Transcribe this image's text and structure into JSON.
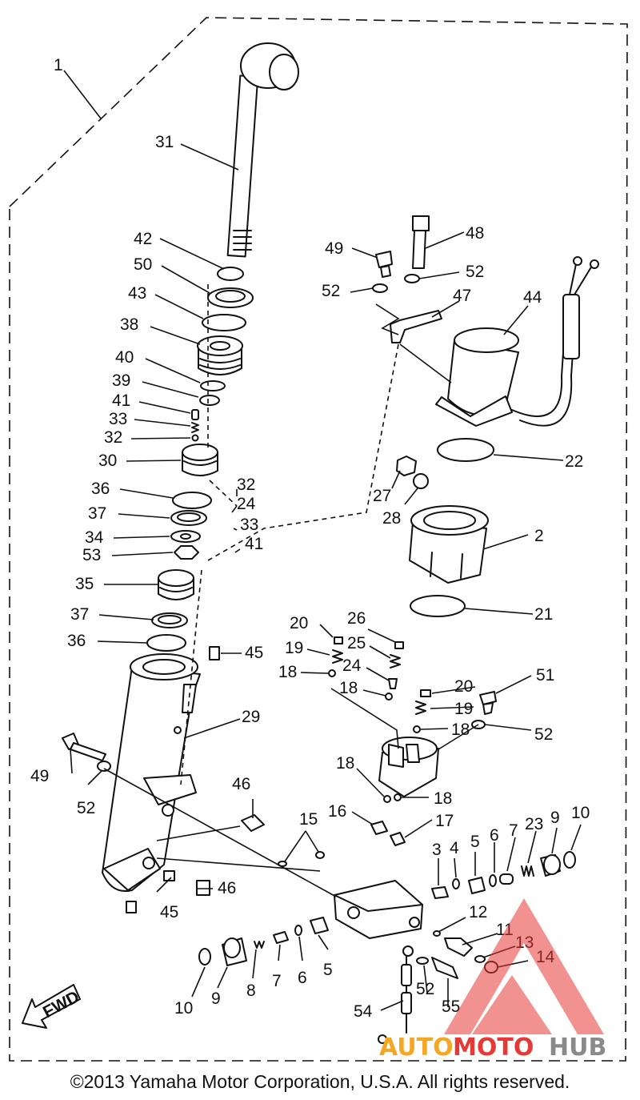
{
  "copyright": "©2013 Yamaha Motor Corporation, U.S.A. All rights reserved.",
  "watermark": {
    "part1": "AUTO",
    "part2": "MOTO",
    "part3": "HUB"
  },
  "fwd_label": "FWD",
  "colors": {
    "watermark_red": "#e53935",
    "watermark_orange": "#f5a623",
    "watermark_gray": "#8a8a8a",
    "ink": "#111111"
  },
  "callouts": {
    "c1": "1",
    "c2": "2",
    "c3": "3",
    "c4": "4",
    "c5": "5",
    "c5b": "5",
    "c6": "6",
    "c6b": "6",
    "c7": "7",
    "c7b": "7",
    "c8": "8",
    "c9": "9",
    "c9b": "9",
    "c10": "10",
    "c10b": "10",
    "c11": "11",
    "c12": "12",
    "c13": "13",
    "c14": "14",
    "c15": "15",
    "c16": "16",
    "c17": "17",
    "c18a": "18",
    "c18b": "18",
    "c18c": "18",
    "c18d": "18",
    "c18e": "18",
    "c19a": "19",
    "c19b": "19",
    "c20a": "20",
    "c20b": "20",
    "c21": "21",
    "c22": "22",
    "c23": "23",
    "c24a": "24",
    "c24b": "24",
    "c25": "25",
    "c26": "26",
    "c27": "27",
    "c28": "28",
    "c29": "29",
    "c30": "30",
    "c31": "31",
    "c32a": "32",
    "c32b": "32",
    "c33a": "33",
    "c33b": "33",
    "c34": "34",
    "c35": "35",
    "c36a": "36",
    "c36b": "36",
    "c37a": "37",
    "c37b": "37",
    "c38": "38",
    "c39": "39",
    "c40": "40",
    "c41a": "41",
    "c41b": "41",
    "c42": "42",
    "c43": "43",
    "c44": "44",
    "c45a": "45",
    "c45b": "45",
    "c46a": "46",
    "c46b": "46",
    "c47": "47",
    "c48": "48",
    "c49a": "49",
    "c49b": "49",
    "c50": "50",
    "c51": "51",
    "c52a": "52",
    "c52b": "52",
    "c52c": "52",
    "c52d": "52",
    "c52e": "52",
    "c53": "53",
    "c54": "54",
    "c55": "55"
  }
}
